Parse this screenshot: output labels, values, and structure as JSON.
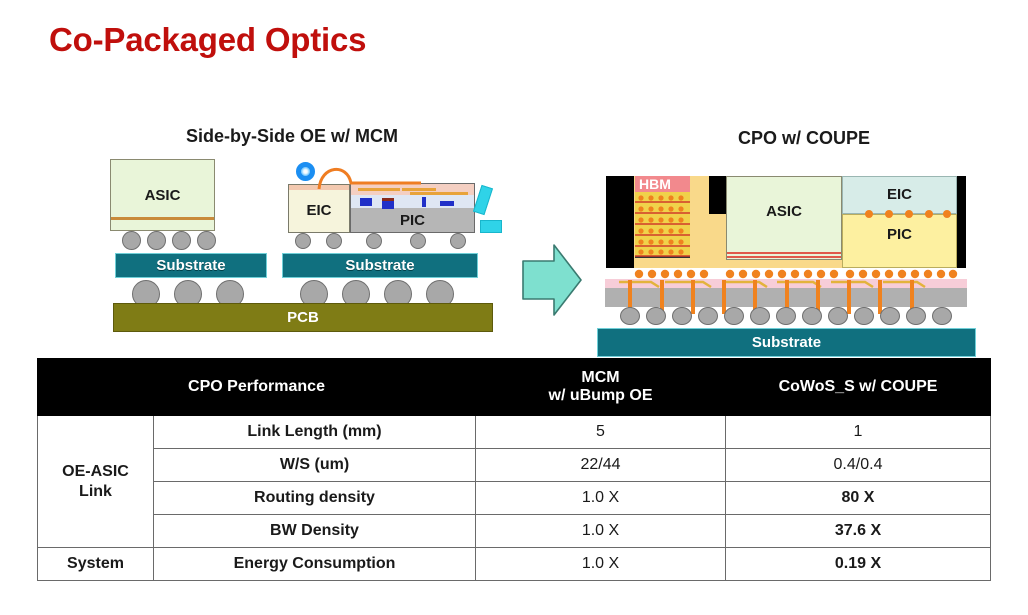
{
  "page": {
    "title": "Co-Packaged Optics",
    "title_color": "#c00f0c"
  },
  "diagrams": {
    "left": {
      "heading": "Side-by-Side OE w/ MCM",
      "blocks": {
        "asic": "ASIC",
        "eic": "EIC",
        "pic": "PIC",
        "substrate_1": "Substrate",
        "substrate_2": "Substrate",
        "pcb": "PCB"
      }
    },
    "right": {
      "heading": "CPO w/ COUPE",
      "blocks": {
        "hbm": "HBM",
        "asic": "ASIC",
        "eic": "EIC",
        "pic": "PIC",
        "substrate": "Substrate"
      }
    },
    "arrow_color": "#7ee0cf"
  },
  "table": {
    "headers": [
      "CPO Performance",
      "MCM\nw/ uBump OE",
      "CoWoS_S w/ COUPE"
    ],
    "header_mcm_line1": "MCM",
    "header_mcm_line2": "w/ uBump OE",
    "header_perf": "CPO Performance",
    "header_coupe": "CoWoS_S w/ COUPE",
    "groups": [
      {
        "label_line1": "OE-ASIC",
        "label_line2": "Link",
        "rowspan": 4,
        "color": "#d0201b"
      },
      {
        "label_line1": "System",
        "label_line2": "",
        "rowspan": 1,
        "color": "#1a1a1a"
      }
    ],
    "rows": [
      {
        "metric": "Link Length (mm)",
        "mcm": "5",
        "coupe": "1",
        "coupe_highlight": false
      },
      {
        "metric": "W/S (um)",
        "mcm": "22/44",
        "coupe": "0.4/0.4",
        "coupe_highlight": false
      },
      {
        "metric": "Routing density",
        "mcm": "1.0 X",
        "coupe": "80 X",
        "coupe_highlight": true
      },
      {
        "metric": "BW Density",
        "mcm": "1.0 X",
        "coupe": "37.6 X",
        "coupe_highlight": true
      },
      {
        "metric": "Energy Consumption",
        "mcm": "1.0 X",
        "coupe": "0.19 X",
        "coupe_highlight": true
      }
    ],
    "highlight_color": "#c00f0c"
  },
  "colors": {
    "substrate": "#10707f",
    "pcb": "#7f7c15",
    "asic_fill": "#e9f5d9",
    "eic_fill_left": "#f6f4dc",
    "eic_fill_right": "#d7ece8",
    "pic_fill_right": "#fdf0a0",
    "pic_fill_left": "#b6b6b6",
    "bump": "#a8a8a8",
    "ubump": "#f0821e",
    "hbm_top": "#f2898d",
    "ring_icon": "#1b8ef2",
    "fiber": "#2fd3e8"
  }
}
